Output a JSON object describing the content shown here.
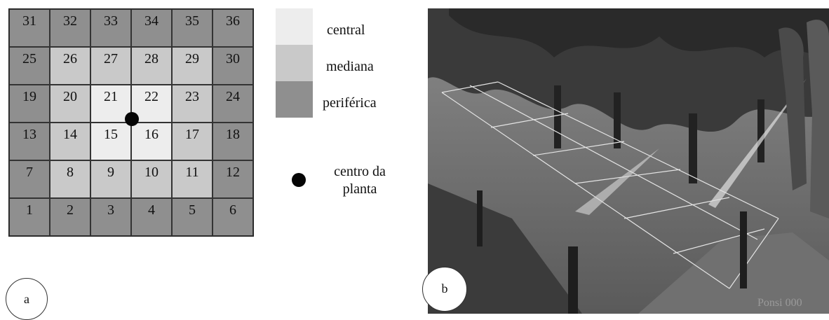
{
  "grid": {
    "rows": [
      [
        {
          "n": "31",
          "zone": "periferica"
        },
        {
          "n": "32",
          "zone": "periferica"
        },
        {
          "n": "33",
          "zone": "periferica"
        },
        {
          "n": "34",
          "zone": "periferica"
        },
        {
          "n": "35",
          "zone": "periferica"
        },
        {
          "n": "36",
          "zone": "periferica"
        }
      ],
      [
        {
          "n": "25",
          "zone": "periferica"
        },
        {
          "n": "26",
          "zone": "mediana"
        },
        {
          "n": "27",
          "zone": "mediana"
        },
        {
          "n": "28",
          "zone": "mediana"
        },
        {
          "n": "29",
          "zone": "mediana"
        },
        {
          "n": "30",
          "zone": "periferica"
        }
      ],
      [
        {
          "n": "19",
          "zone": "periferica"
        },
        {
          "n": "20",
          "zone": "mediana"
        },
        {
          "n": "21",
          "zone": "central"
        },
        {
          "n": "22",
          "zone": "central"
        },
        {
          "n": "23",
          "zone": "mediana"
        },
        {
          "n": "24",
          "zone": "periferica"
        }
      ],
      [
        {
          "n": "13",
          "zone": "periferica"
        },
        {
          "n": "14",
          "zone": "mediana"
        },
        {
          "n": "15",
          "zone": "central"
        },
        {
          "n": "16",
          "zone": "central"
        },
        {
          "n": "17",
          "zone": "mediana"
        },
        {
          "n": "18",
          "zone": "periferica"
        }
      ],
      [
        {
          "n": "7",
          "zone": "periferica"
        },
        {
          "n": "8",
          "zone": "mediana"
        },
        {
          "n": "9",
          "zone": "mediana"
        },
        {
          "n": "10",
          "zone": "mediana"
        },
        {
          "n": "11",
          "zone": "mediana"
        },
        {
          "n": "12",
          "zone": "periferica"
        }
      ],
      [
        {
          "n": "1",
          "zone": "periferica"
        },
        {
          "n": "2",
          "zone": "periferica"
        },
        {
          "n": "3",
          "zone": "periferica"
        },
        {
          "n": "4",
          "zone": "periferica"
        },
        {
          "n": "5",
          "zone": "periferica"
        },
        {
          "n": "6",
          "zone": "periferica"
        }
      ]
    ]
  },
  "legend": {
    "central": "central",
    "mediana": "mediana",
    "periferica": "periférica",
    "center_line1": "centro da",
    "center_line2": "planta"
  },
  "colors": {
    "central": "#ededed",
    "mediana": "#c9c9c9",
    "periferica": "#8f8f8f"
  },
  "panel_labels": {
    "a": "a",
    "b": "b"
  },
  "photo": {
    "watermark": "Ponsi 000"
  }
}
